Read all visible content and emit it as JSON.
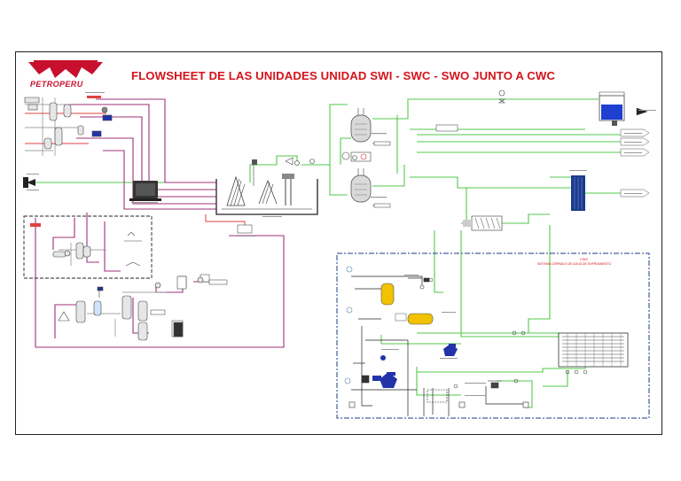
{
  "header": {
    "title": "FLOWSHEET DE LAS UNIDADES UNIDAD SWI - SWC - SWO JUNTO A CWC",
    "logo_text": "PETROPERU"
  },
  "cwc_box": {
    "label": "CWC",
    "subtitle": "SISTEMA CERRADO DE AGUA DE ENFRIAMIENTO"
  },
  "colors": {
    "title": "#d4141b",
    "logo": "#c8102e",
    "green_line": "#52c84a",
    "magenta_line": "#a0307a",
    "red_line": "#e04040",
    "blue_box": "#1d3a8a",
    "pump_blue": "#2233aa",
    "vessel_yellow": "#f2c200"
  }
}
